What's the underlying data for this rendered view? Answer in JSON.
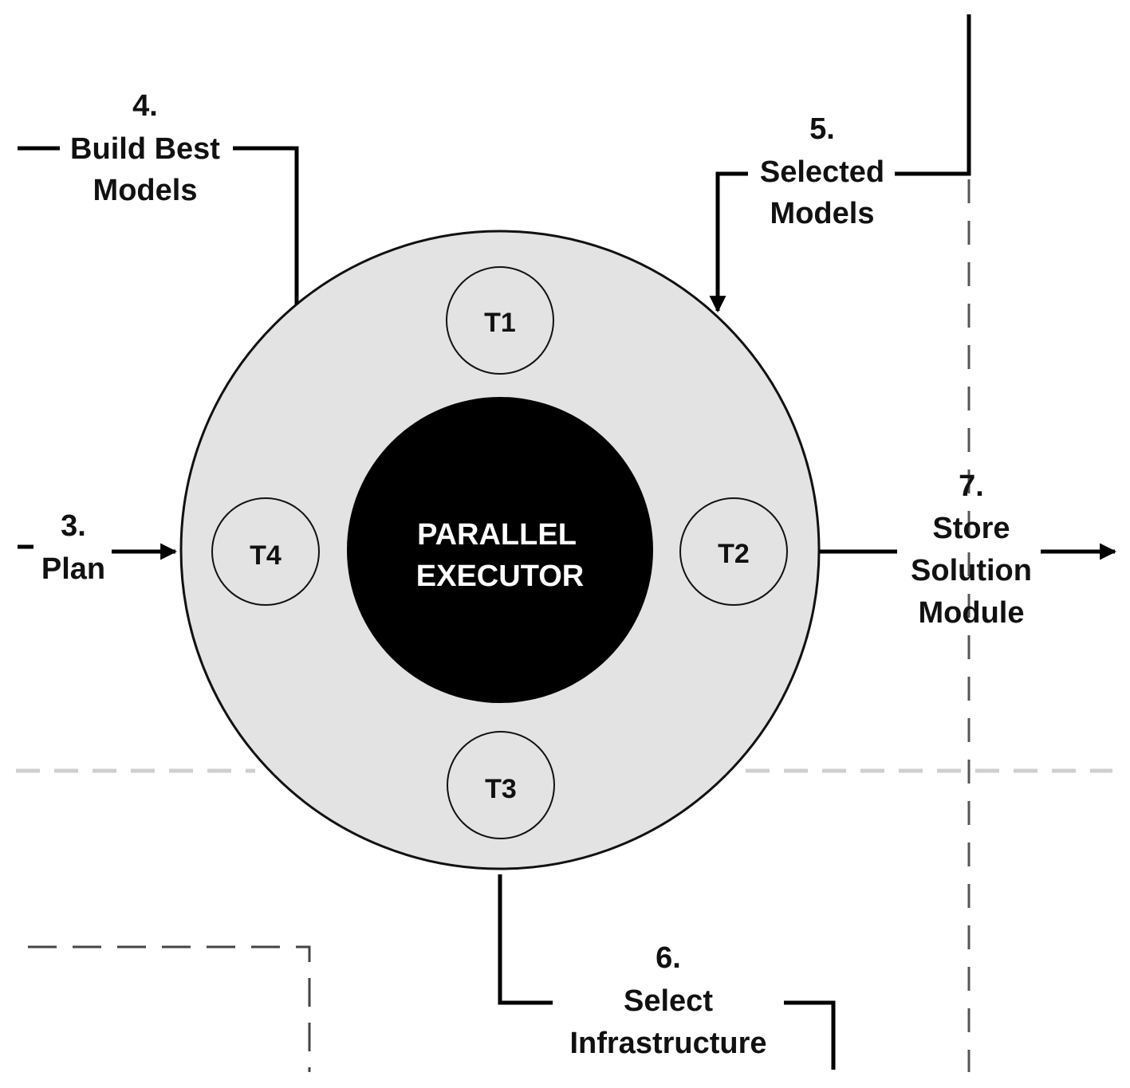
{
  "diagram": {
    "center": {
      "line1": "PARALLEL",
      "line2": "EXECUTOR"
    },
    "tasks": {
      "t1": "T1",
      "t2": "T2",
      "t3": "T3",
      "t4": "T4"
    },
    "steps": {
      "plan": {
        "number": "3.",
        "line1": "Plan"
      },
      "build": {
        "number": "4.",
        "line1": "Build Best",
        "line2": "Models"
      },
      "selected": {
        "number": "5.",
        "line1": "Selected",
        "line2": "Models"
      },
      "infra": {
        "number": "6.",
        "line1": "Select",
        "line2": "Infrastructure"
      },
      "store": {
        "number": "7.",
        "line1": "Store",
        "line2": "Solution",
        "line3": "Module"
      }
    }
  }
}
